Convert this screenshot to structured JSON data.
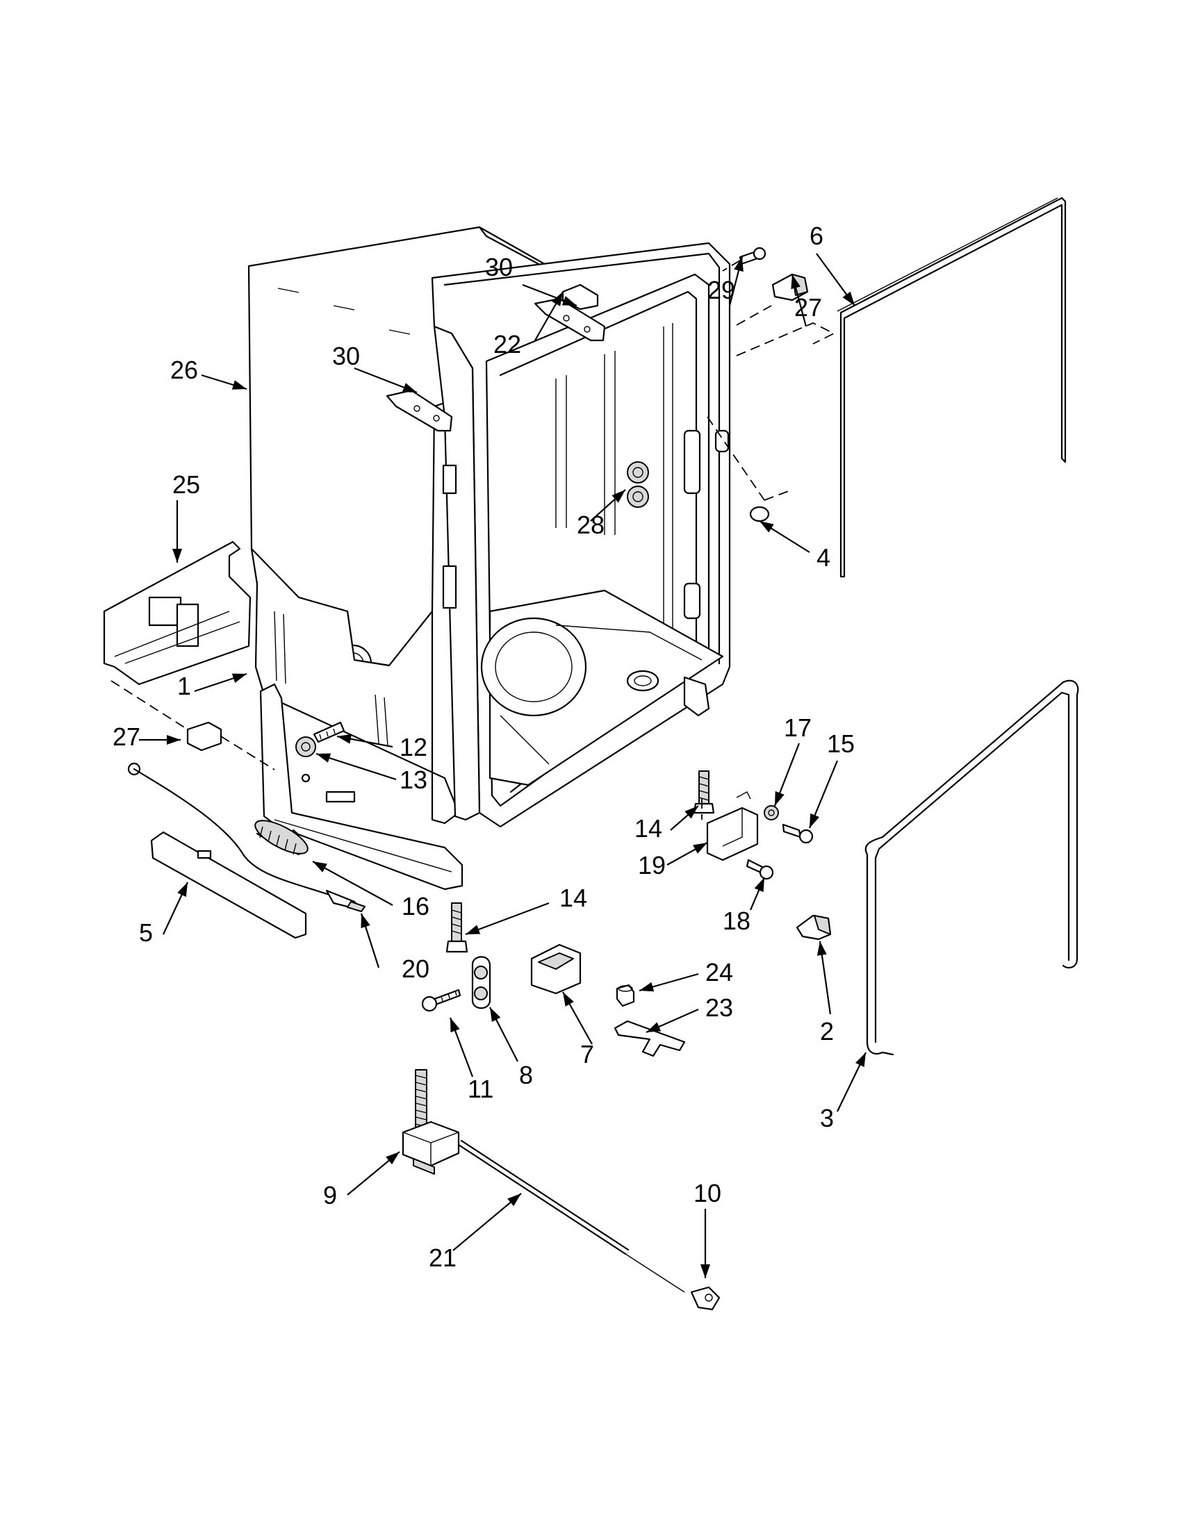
{
  "labels": [
    {
      "id": "30",
      "target": "hinge-bracket-top"
    },
    {
      "id": "30",
      "target": "hinge-bracket-front"
    },
    {
      "id": "29",
      "target": "screw-upper-right"
    },
    {
      "id": "6",
      "target": "top-gasket"
    },
    {
      "id": "27",
      "target": "strike-upper-right"
    },
    {
      "id": "26",
      "target": "tub-insulation-blanket"
    },
    {
      "id": "22",
      "target": "top-vent-clip"
    },
    {
      "id": "25",
      "target": "side-bracket-panel"
    },
    {
      "id": "28",
      "target": "rollers-inner-wall"
    },
    {
      "id": "4",
      "target": "plug-button"
    },
    {
      "id": "1",
      "target": "tub-assembly"
    },
    {
      "id": "27",
      "target": "strike-lower-left"
    },
    {
      "id": "12",
      "target": "screw-left-bracket"
    },
    {
      "id": "13",
      "target": "grommet-left-bracket"
    },
    {
      "id": "17",
      "target": "washer-right"
    },
    {
      "id": "15",
      "target": "screw-right"
    },
    {
      "id": "14",
      "target": "leveling-leg-right"
    },
    {
      "id": "19",
      "target": "mounting-bracket-right"
    },
    {
      "id": "18",
      "target": "screw-lower-right"
    },
    {
      "id": "16",
      "target": "door-spring"
    },
    {
      "id": "5",
      "target": "toe-panel-cover"
    },
    {
      "id": "20",
      "target": "cable-link"
    },
    {
      "id": "14",
      "target": "leveling-leg-center"
    },
    {
      "id": "24",
      "target": "nut-clip"
    },
    {
      "id": "23",
      "target": "clip-bracket"
    },
    {
      "id": "2",
      "target": "clip-right"
    },
    {
      "id": "7",
      "target": "leg-holder"
    },
    {
      "id": "8",
      "target": "double-grommet"
    },
    {
      "id": "11",
      "target": "bolt"
    },
    {
      "id": "3",
      "target": "side-bottom-gasket"
    },
    {
      "id": "9",
      "target": "rear-leveling-leg"
    },
    {
      "id": "10",
      "target": "adjust-knob"
    },
    {
      "id": "21",
      "target": "leveling-rod"
    }
  ]
}
